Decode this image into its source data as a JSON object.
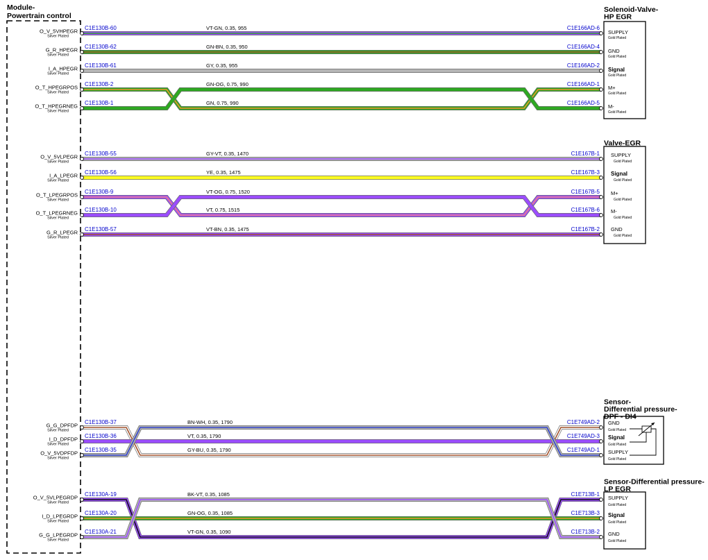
{
  "colors": {
    "VT": "#9b4dff",
    "GN": "#2ea822",
    "GY": "#b5b5b5",
    "YE": "#ffff22",
    "BN": "#a0522d",
    "BK": "#111111",
    "BU": "#3344cc",
    "WH": "#ffffff",
    "OG": "#f0922c",
    "PK": "#f08080",
    "outline": "#6b6b6b"
  },
  "module": {
    "title_line1": "Module-",
    "title_line2": "Powertrain control"
  },
  "devices": [
    {
      "id": "hp",
      "title": [
        "Solenoid-Valve-",
        "HP EGR"
      ],
      "pins": [
        {
          "name": "SUPPLY",
          "bold": false,
          "plate": "Gold Plated"
        },
        {
          "name": "GND",
          "bold": false,
          "plate": "Gold Plated"
        },
        {
          "name": "Signal",
          "bold": true,
          "plate": "Gold Plated"
        },
        {
          "name": "M+",
          "bold": false,
          "plate": "Gold Plated"
        },
        {
          "name": "M-",
          "bold": false,
          "plate": "Gold Plated"
        }
      ]
    },
    {
      "id": "egr",
      "title": [
        "Valve-EGR"
      ],
      "pins": [
        {
          "name": "SUPPLY",
          "bold": false,
          "plate": "Gold Plated"
        },
        {
          "name": "Signal",
          "bold": true,
          "plate": "Gold Plated"
        },
        {
          "name": "M+",
          "bold": false,
          "plate": "Gold Plated"
        },
        {
          "name": "M-",
          "bold": false,
          "plate": "Gold Plated"
        },
        {
          "name": "GND",
          "bold": false,
          "plate": "Gold Plated"
        }
      ]
    },
    {
      "id": "dpf",
      "title": [
        "Sensor-",
        "Differential pressure-",
        "DPF - DI4"
      ],
      "pins": [
        {
          "name": "GND",
          "bold": false,
          "plate": "Gold Plated"
        },
        {
          "name": "Signal",
          "bold": true,
          "plate": "Gold Plated"
        },
        {
          "name": "SUPPLY",
          "bold": false,
          "plate": "Gold Plated"
        }
      ]
    },
    {
      "id": "lp",
      "title": [
        "Sensor-Differential pressure-",
        "LP EGR"
      ],
      "pins": [
        {
          "name": "SUPPLY",
          "bold": false,
          "plate": "Gold Plated"
        },
        {
          "name": "Signal",
          "bold": true,
          "plate": "Gold Plated"
        },
        {
          "name": "GND",
          "bold": false,
          "plate": "Gold Plated"
        }
      ]
    }
  ],
  "groups": [
    {
      "id": "hp",
      "wires": [
        {
          "left_pin": "O_V_5VHPEGR",
          "plate": "Silver Plated",
          "left_conn": "C1E130B-60",
          "spec": "VT-GN,  0.35,  955",
          "base": "VT",
          "stripe": "GN",
          "right_conn": "C1E166AD-6"
        },
        {
          "left_pin": "G_R_HPEGR",
          "plate": "Silver Plated",
          "left_conn": "C1E130B-62",
          "spec": "GN-BN,  0.35,  950",
          "base": "GN",
          "stripe": "BN",
          "right_conn": "C1E166AD-4"
        },
        {
          "left_pin": "I_A_HPEGR",
          "plate": "Silver Plated",
          "left_conn": "C1E130B-61",
          "spec": "GY,  0.35,  955",
          "base": "GY",
          "stripe": "",
          "right_conn": "C1E166AD-2"
        },
        {
          "left_pin": "O_T_HPEGRPOS",
          "plate": "Silver Plated",
          "left_conn": "C1E130B-2",
          "spec": "GN-OG,  0.75,  990",
          "base": "GN",
          "stripe": "OG",
          "right_conn": "C1E166AD-1"
        },
        {
          "left_pin": "O_T_HPEGRNEG",
          "plate": "Silver Plated",
          "left_conn": "C1E130B-1",
          "spec": "GN,  0.75,  990",
          "base": "GN",
          "stripe": "",
          "right_conn": "C1E166AD-5"
        }
      ]
    },
    {
      "id": "egr",
      "wires": [
        {
          "left_pin": "O_V_5VLPEGR",
          "plate": "Silver Plated",
          "left_conn": "C1E130B-55",
          "spec": "GY-VT,  0.35,  1470",
          "base": "GY",
          "stripe": "VT",
          "right_conn": "C1E167B-1"
        },
        {
          "left_pin": "I_A_LPEGR",
          "plate": "Silver Plated",
          "left_conn": "C1E130B-56",
          "spec": "YE,  0.35,  1475",
          "base": "YE",
          "stripe": "",
          "right_conn": "C1E167B-3"
        },
        {
          "left_pin": "O_T_LPEGRPOS",
          "plate": "Silver Plated",
          "left_conn": "C1E130B-9",
          "spec": "VT-OG,  0.75,  1520",
          "base": "VT",
          "stripe": "PK",
          "right_conn": "C1E167B-5"
        },
        {
          "left_pin": "O_T_LPEGRNEG",
          "plate": "Silver Plated",
          "left_conn": "C1E130B-10",
          "spec": "VT,  0.75,  1515",
          "base": "VT",
          "stripe": "",
          "right_conn": "C1E167B-6"
        },
        {
          "left_pin": "G_R_LPEGR",
          "plate": "Silver Plated",
          "left_conn": "C1E130B-57",
          "spec": "VT-BN,  0.35,  1475",
          "base": "VT",
          "stripe": "BN",
          "right_conn": "C1E167B-2"
        }
      ]
    },
    {
      "id": "dpf",
      "wires": [
        {
          "left_pin": "G_G_DPFDP",
          "plate": "Silver Plated",
          "left_conn": "C1E130B-37",
          "spec": "BN-WH,  0.35,  1790",
          "base": "WH",
          "stripe": "BN",
          "right_conn": "C1E749AD-2"
        },
        {
          "left_pin": "I_D_DPFDP",
          "plate": "Silver Plated",
          "left_conn": "C1E130B-36",
          "spec": "VT,  0.35,  1790",
          "base": "VT",
          "stripe": "",
          "right_conn": "C1E749AD-3"
        },
        {
          "left_pin": "O_V_5VDPFDP",
          "plate": "Silver Plated",
          "left_conn": "C1E130B-35",
          "spec": "GY-BU,  0.35,  1790",
          "base": "GY",
          "stripe": "BU",
          "right_conn": "C1E749AD-1"
        }
      ]
    },
    {
      "id": "lp",
      "wires": [
        {
          "left_pin": "O_V_5VLPEGRDP",
          "plate": "Silver Plated",
          "left_conn": "C1E130A-19",
          "spec": "BK-VT,  0.35,  1085",
          "base": "VT",
          "stripe": "BK",
          "right_conn": "C1E713B-1"
        },
        {
          "left_pin": "I_D_LPEGRDP",
          "plate": "Silver Plated",
          "left_conn": "C1E130A-20",
          "spec": "GN-OG,  0.35,  1085",
          "base": "GN",
          "stripe": "OG",
          "right_conn": "C1E713B-3"
        },
        {
          "left_pin": "G_G_LPEGRDP",
          "plate": "Silver Plated",
          "left_conn": "C1E130A-21",
          "spec": "VT-GN,  0.35,  1090",
          "base": "GY",
          "stripe": "VT",
          "right_conn": "C1E713B-2"
        }
      ]
    }
  ]
}
